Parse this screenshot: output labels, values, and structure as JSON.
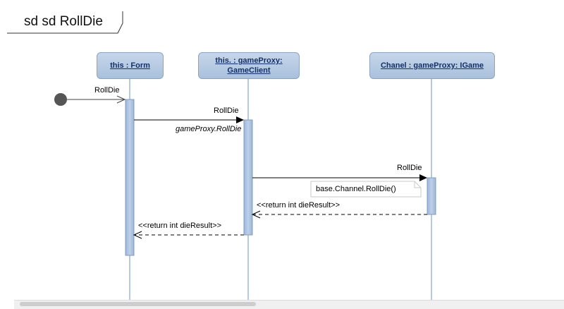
{
  "frame": {
    "title": "sd sd RollDie"
  },
  "lifelines": [
    {
      "name": "this : Form"
    },
    {
      "name_line1": "this. : gameProxy:",
      "name_line2": "GameClient"
    },
    {
      "name": "Chanel : gameProxy: IGame"
    }
  ],
  "messages": {
    "found": {
      "label": "RollDie"
    },
    "to_proxy": {
      "label": "RollDie",
      "guard": "gameProxy.RollDie"
    },
    "to_channel": {
      "label": "RollDie"
    },
    "return_channel": {
      "label": "<<return int dieResult>>"
    },
    "return_proxy": {
      "label": "<<return int dieResult>>"
    }
  },
  "note": {
    "text": "base.Channel.RollDie()"
  },
  "colors": {
    "lifeline_fill": "#b0c6e0",
    "lifeline_border": "#8aa4c2",
    "lifeline_text": "#14306a",
    "activation_fill": "#a9bfdc",
    "line": "#000000",
    "found_dot": "#555555"
  }
}
